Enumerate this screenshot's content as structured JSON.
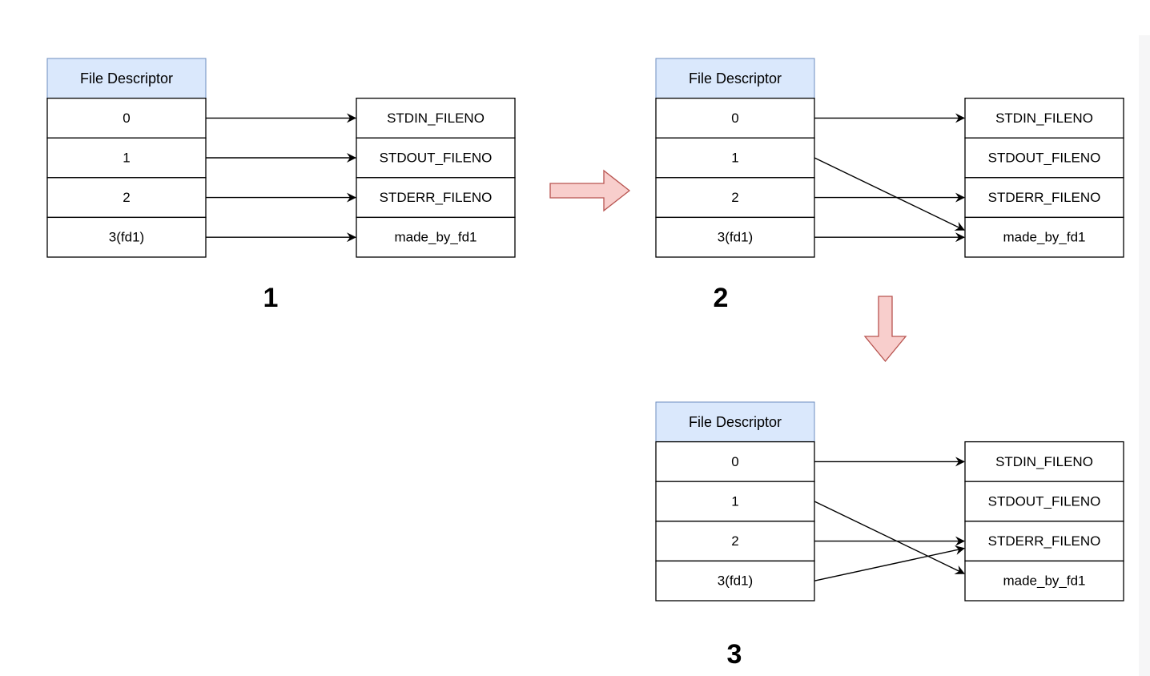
{
  "colors": {
    "header_fill": "#dae8fc",
    "header_stroke": "#6c8ebf",
    "step_arrow_fill": "#f8cecc",
    "step_arrow_stroke": "#b85450",
    "line": "#000000"
  },
  "stages": [
    {
      "number": "1",
      "fd_header": "File Descriptor",
      "fd_rows": [
        "0",
        "1",
        "2",
        "3(fd1)"
      ],
      "targets": [
        "STDIN_FILENO",
        "STDOUT_FILENO",
        "STDERR_FILENO",
        "made_by_fd1"
      ],
      "links": [
        [
          0,
          0
        ],
        [
          1,
          1
        ],
        [
          2,
          2
        ],
        [
          3,
          3
        ]
      ]
    },
    {
      "number": "2",
      "fd_header": "File Descriptor",
      "fd_rows": [
        "0",
        "1",
        "2",
        "3(fd1)"
      ],
      "targets": [
        "STDIN_FILENO",
        "STDOUT_FILENO",
        "STDERR_FILENO",
        "made_by_fd1"
      ],
      "links": [
        [
          0,
          0
        ],
        [
          1,
          3
        ],
        [
          2,
          2
        ],
        [
          3,
          3
        ]
      ]
    },
    {
      "number": "3",
      "fd_header": "File Descriptor",
      "fd_rows": [
        "0",
        "1",
        "2",
        "3(fd1)"
      ],
      "targets": [
        "STDIN_FILENO",
        "STDOUT_FILENO",
        "STDERR_FILENO",
        "made_by_fd1"
      ],
      "links": [
        [
          0,
          0
        ],
        [
          1,
          3
        ],
        [
          2,
          2
        ],
        [
          3,
          2
        ]
      ]
    }
  ],
  "transitions": [
    {
      "from": "1",
      "to": "2",
      "direction": "right"
    },
    {
      "from": "2",
      "to": "3",
      "direction": "down"
    }
  ]
}
